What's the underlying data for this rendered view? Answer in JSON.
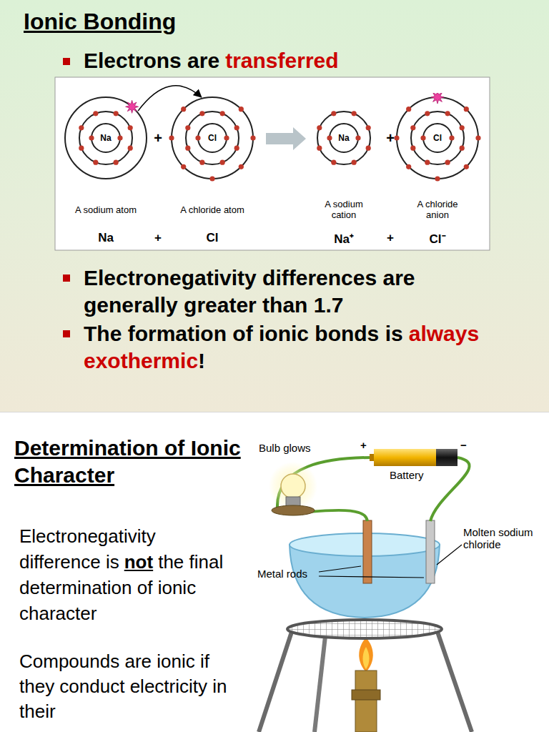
{
  "diagram": {
    "title": "Ionic Bonding",
    "nodes": [
      {
        "text": [
          "Na"
        ]
      },
      {
        "text": [
          "Cl"
        ]
      },
      {
        "text": [
          "Na"
        ]
      },
      {
        "text": [
          "Cl"
        ]
      }
    ],
    "edges": [
      {
        "from": 0,
        "to": 1,
        "arrow": "to"
      }
    ],
    "labels": [
      "Electrons are",
      "transferred",
      "+",
      "+",
      "A sodium atom",
      "A chloride atom",
      "A sodium cation",
      "A chloride anion",
      "Na",
      "+",
      "Cl",
      "Na⁺",
      "+",
      "Cl⁻",
      "Electronegativity differences are generally greater than 1.7",
      "The formation of ionic bonds is",
      "always exothermic",
      "!",
      "Determination of Ionic Character",
      "Electronegativity difference is",
      "not",
      "the final determination of ionic character",
      "Compounds are ionic if they conduct electricity in their",
      "Bulb glows",
      "Battery",
      "+",
      "−",
      "Molten sodium chloride",
      "Metal rods"
    ]
  }
}
